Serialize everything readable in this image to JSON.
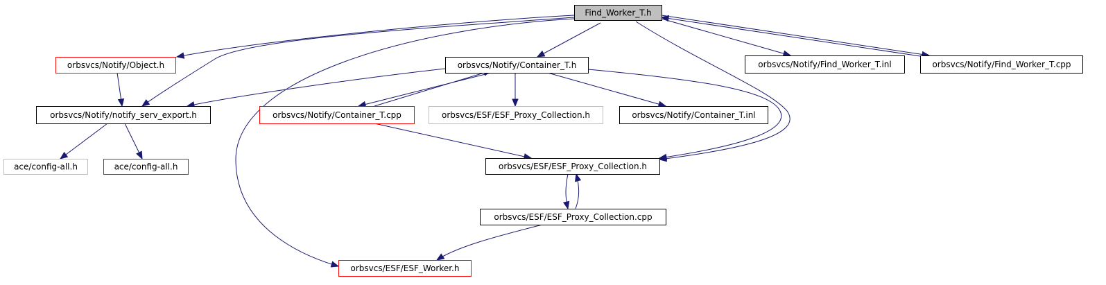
{
  "diagram": {
    "type": "include-dependency-graph",
    "colors": {
      "edge": "#191970",
      "border_default": "#000000",
      "border_incomplete": "#ff0000",
      "border_missing": "#bfbfbf",
      "root_fill": "#bfbfbf",
      "fill": "#ffffff"
    },
    "nodes": [
      {
        "id": "find_worker_t_h",
        "label": "Find_Worker_T.h",
        "style": "root"
      },
      {
        "id": "object_h",
        "label": "orbsvcs/Notify/Object.h",
        "style": "incomplete"
      },
      {
        "id": "container_t_h",
        "label": "orbsvcs/Notify/Container_T.h",
        "style": "default"
      },
      {
        "id": "find_worker_t_inl",
        "label": "orbsvcs/Notify/Find_Worker_T.inl",
        "style": "default"
      },
      {
        "id": "find_worker_t_cpp",
        "label": "orbsvcs/Notify/Find_Worker_T.cpp",
        "style": "default"
      },
      {
        "id": "notify_serv_export_h",
        "label": "orbsvcs/Notify/notify_serv_export.h",
        "style": "default"
      },
      {
        "id": "container_t_cpp",
        "label": "orbsvcs/Notify/Container_T.cpp",
        "style": "incomplete"
      },
      {
        "id": "esf_proxy_collection_h_grey",
        "label": "orbsvcs/ESF/ESF_Proxy_Collection.h",
        "style": "missing"
      },
      {
        "id": "container_t_inl",
        "label": "orbsvcs/Notify/Container_T.inl",
        "style": "default"
      },
      {
        "id": "config_all_h_grey",
        "label": "ace/config-all.h",
        "style": "missing"
      },
      {
        "id": "config_all_h_red",
        "label": "ace/config-all.h",
        "style": "incomplete"
      },
      {
        "id": "esf_proxy_collection_h",
        "label": "orbsvcs/ESF/ESF_Proxy_Collection.h",
        "style": "default"
      },
      {
        "id": "esf_proxy_collection_cpp",
        "label": "orbsvcs/ESF/ESF_Proxy_Collection.cpp",
        "style": "default"
      },
      {
        "id": "esf_worker_h",
        "label": "orbsvcs/ESF/ESF_Worker.h",
        "style": "incomplete"
      }
    ],
    "edges": [
      {
        "from": "find_worker_t_h",
        "to": "object_h"
      },
      {
        "from": "find_worker_t_h",
        "to": "notify_serv_export_h"
      },
      {
        "from": "find_worker_t_h",
        "to": "esf_worker_h"
      },
      {
        "from": "find_worker_t_h",
        "to": "container_t_h"
      },
      {
        "from": "find_worker_t_h",
        "to": "esf_proxy_collection_h"
      },
      {
        "from": "find_worker_t_h",
        "to": "find_worker_t_inl"
      },
      {
        "from": "find_worker_t_h",
        "to": "find_worker_t_cpp"
      },
      {
        "from": "find_worker_t_cpp",
        "to": "find_worker_t_h"
      },
      {
        "from": "object_h",
        "to": "notify_serv_export_h"
      },
      {
        "from": "container_t_h",
        "to": "notify_serv_export_h"
      },
      {
        "from": "container_t_h",
        "to": "container_t_cpp"
      },
      {
        "from": "container_t_cpp",
        "to": "container_t_h"
      },
      {
        "from": "container_t_h",
        "to": "esf_proxy_collection_h_grey"
      },
      {
        "from": "container_t_h",
        "to": "container_t_inl"
      },
      {
        "from": "container_t_h",
        "to": "esf_proxy_collection_h"
      },
      {
        "from": "notify_serv_export_h",
        "to": "config_all_h_grey"
      },
      {
        "from": "notify_serv_export_h",
        "to": "config_all_h_red"
      },
      {
        "from": "container_t_cpp",
        "to": "esf_proxy_collection_h"
      },
      {
        "from": "esf_proxy_collection_h",
        "to": "esf_proxy_collection_cpp"
      },
      {
        "from": "esf_proxy_collection_cpp",
        "to": "esf_proxy_collection_h"
      },
      {
        "from": "esf_proxy_collection_cpp",
        "to": "esf_worker_h"
      }
    ]
  }
}
